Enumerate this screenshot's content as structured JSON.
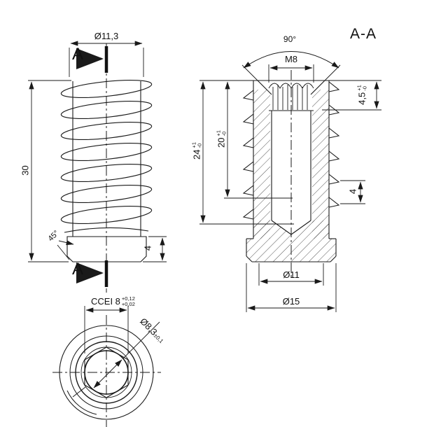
{
  "labels": {
    "cut_letter": "A",
    "section_title": "A-A"
  },
  "dims": {
    "outer_dia": "Ø11,3",
    "total_len": "30",
    "chamfer_angle": "45°",
    "collar_height": "4",
    "countersink_angle": "90°",
    "thread": "M8",
    "thread_depth": {
      "value": "4,5",
      "tol_up": "+1",
      "tol_dn": "-0"
    },
    "insert_len": {
      "value": "24",
      "tol_up": "+1",
      "tol_dn": "-0"
    },
    "bore_depth": {
      "value": "20",
      "tol_up": "+1",
      "tol_dn": "-0"
    },
    "thread_pitch": "4",
    "core_dia": "Ø11",
    "collar_dia": "Ø15",
    "hex_socket": {
      "value": "CCEI 8",
      "tol_up": "+0,12",
      "tol_dn": "+0,02"
    },
    "bore_dia": {
      "value": "Ø8,3",
      "tol": "±0,1"
    }
  },
  "line_color": "#1a1a1a"
}
